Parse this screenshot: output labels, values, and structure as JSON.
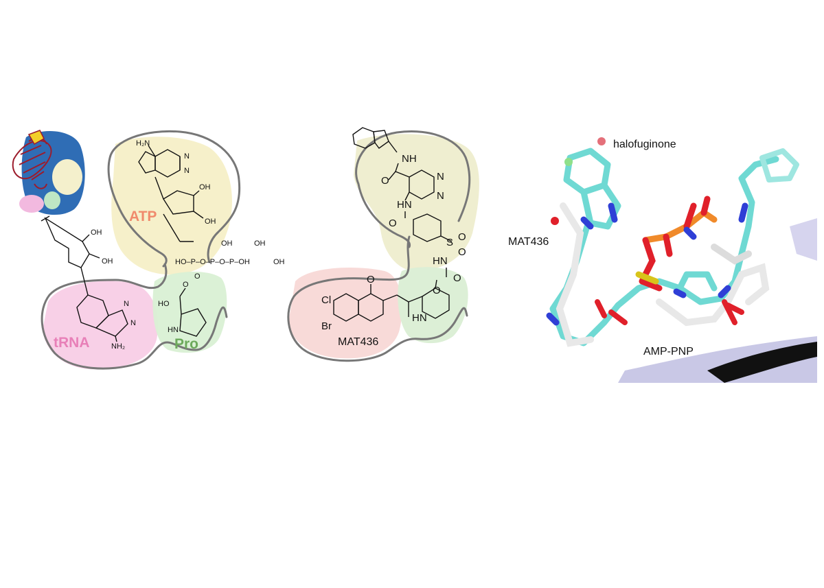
{
  "panel_a": {
    "pockets": {
      "atp": {
        "label": "ATP",
        "color": "#f08a6c"
      },
      "trna": {
        "label": "tRNA",
        "color": "#e880b8"
      },
      "pro": {
        "label": "Pro",
        "color": "#6daa5c"
      }
    },
    "atoms": {
      "nh2_top": "H₂N",
      "oh1": "OH",
      "oh2": "OH",
      "oh_trna1": "OH",
      "oh_trna2": "OH",
      "phos1": "HO–P–O–P–O–P–OH",
      "po_oh1": "OH",
      "po_oh2": "OH",
      "po_oh3": "OH",
      "po_o": "O",
      "nh2_bottom": "NH₂",
      "ho_pro": "HO",
      "hn_pro": "HN",
      "o_pro": "O",
      "n_atp1": "N",
      "n_atp2": "N",
      "n_trna1": "N",
      "n_trna2": "N"
    }
  },
  "panel_b": {
    "caption": "MAT436",
    "atoms": {
      "cl": "Cl",
      "br": "Br",
      "nh1": "NH",
      "hn1": "HN",
      "hn2": "HN",
      "hn_pip": "HN",
      "n1": "N",
      "n2": "N",
      "s": "S",
      "o1": "O",
      "o2": "O",
      "o3": "O",
      "o4": "O",
      "o5": "O",
      "o6": "O",
      "o7": "O"
    }
  },
  "panel_c": {
    "labels": {
      "halofuginone": "halofuginone",
      "mat436": "MAT436",
      "amp_pnp": "AMP-PNP"
    }
  }
}
